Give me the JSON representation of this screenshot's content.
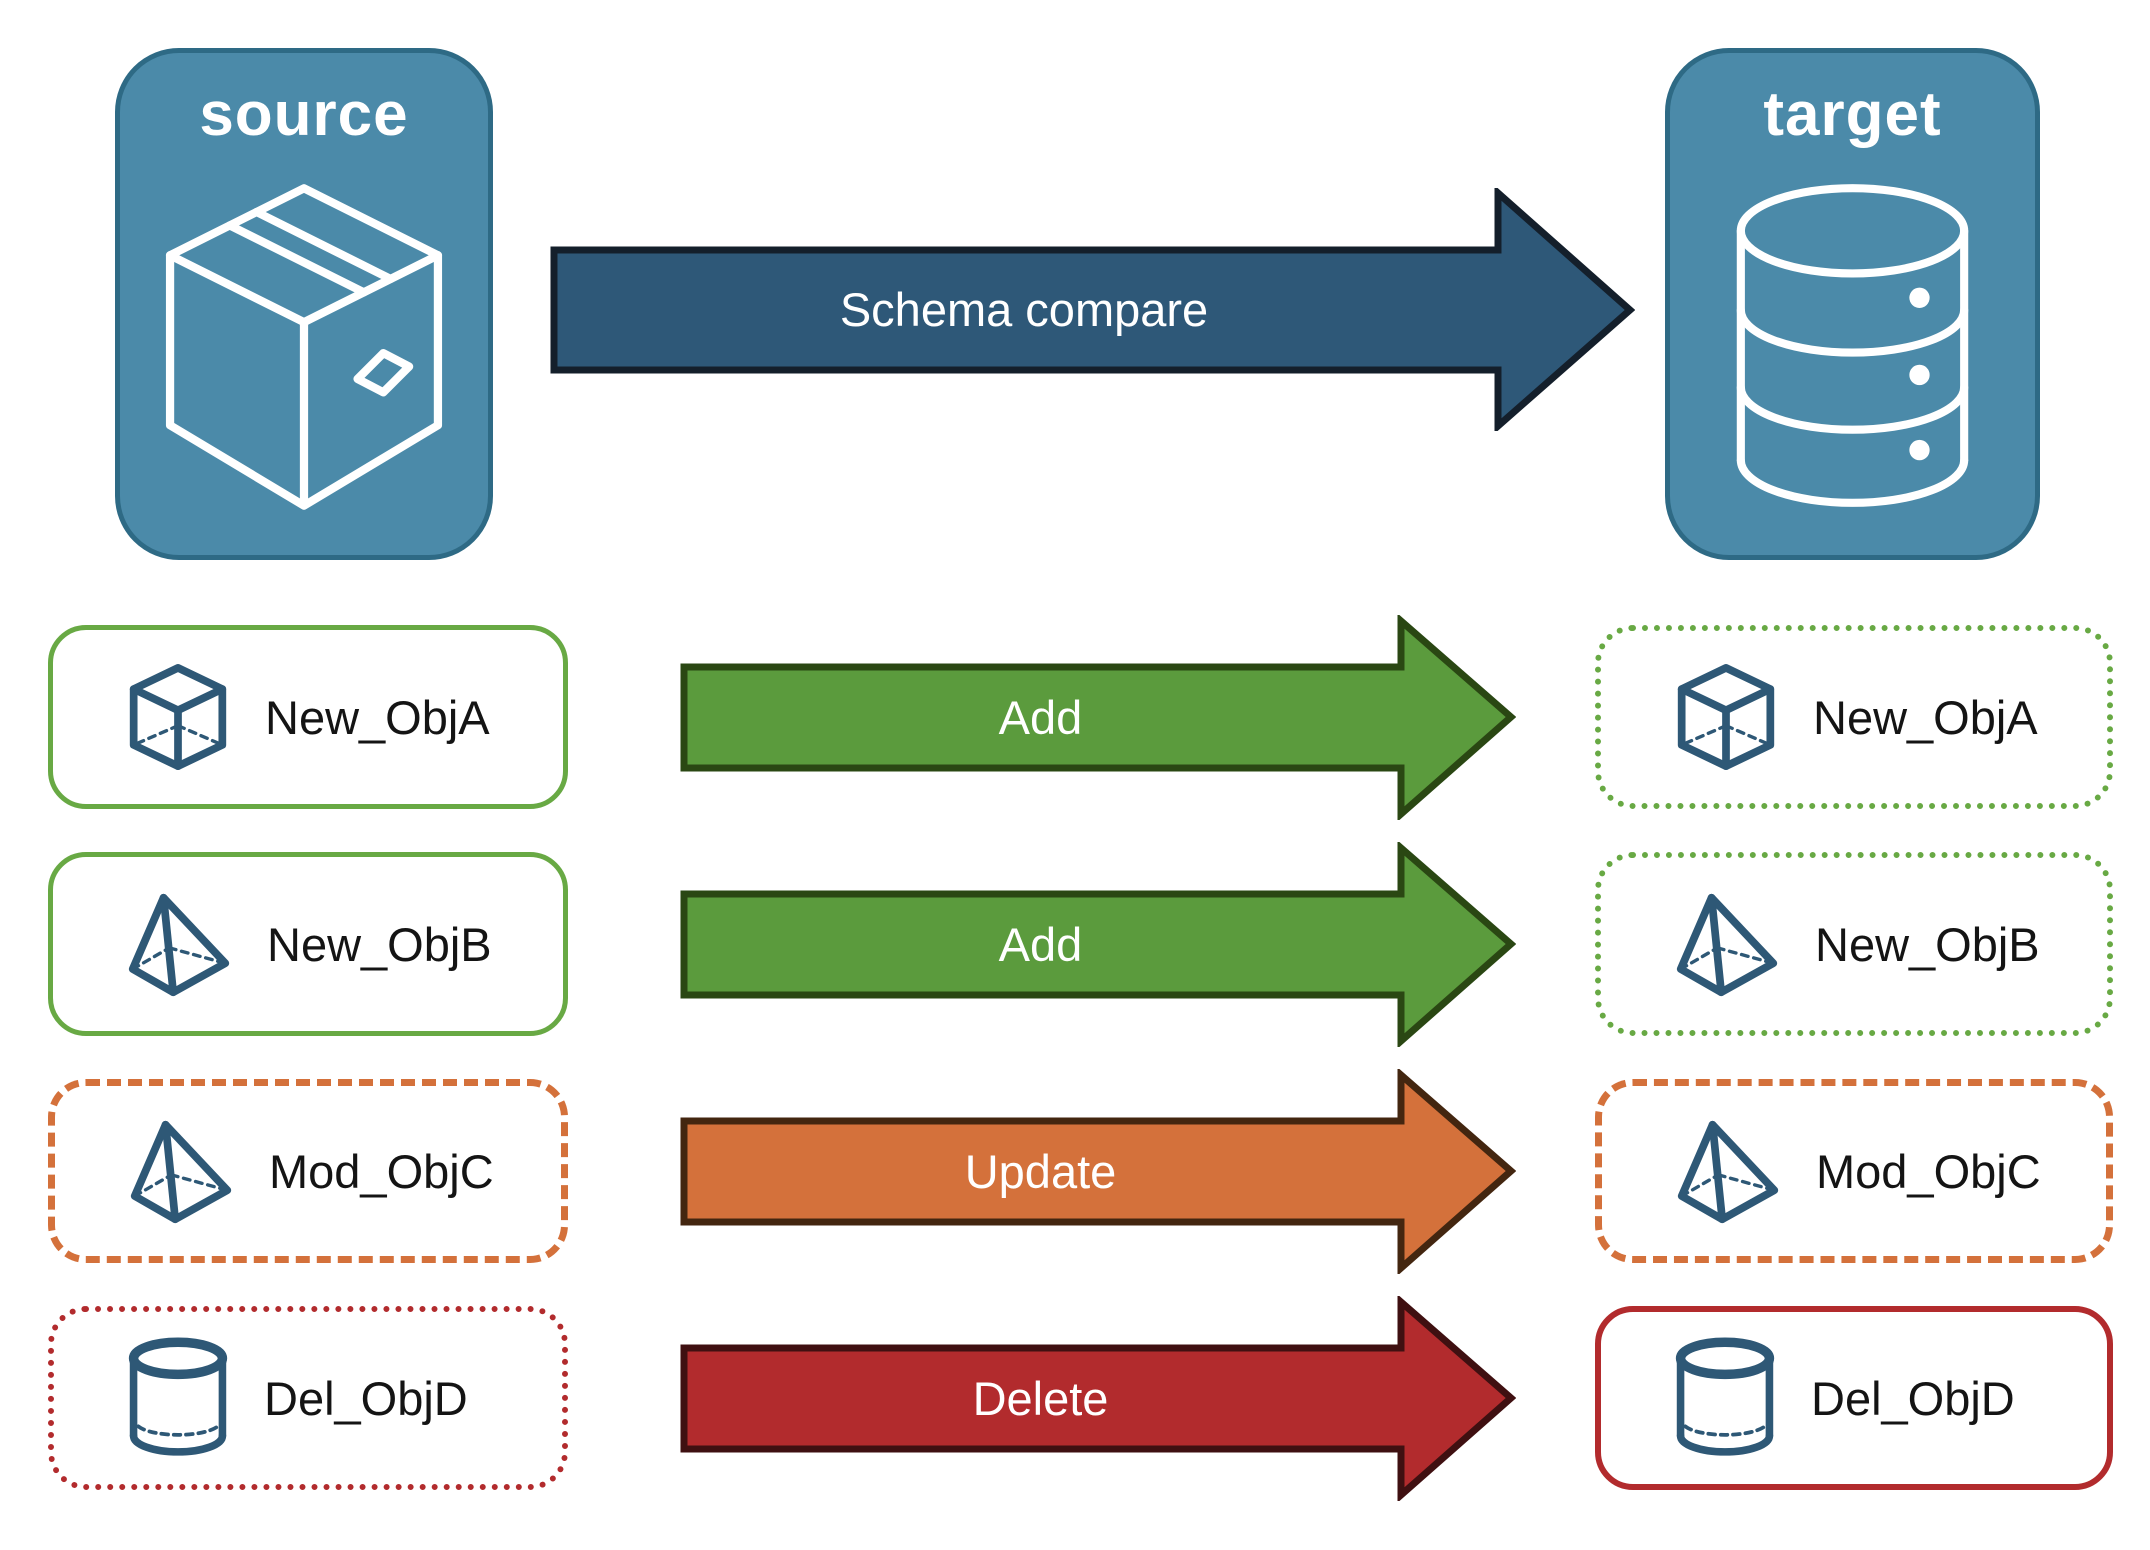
{
  "diagram": {
    "source": {
      "label": "source",
      "icon": "package-icon"
    },
    "target": {
      "label": "target",
      "icon": "database-icon"
    },
    "compare_arrow": {
      "label": "Schema compare"
    }
  },
  "rows": [
    {
      "object": "New_ObjA",
      "icon": "cube-icon",
      "action": "Add",
      "target_object": "New_ObjA"
    },
    {
      "object": "New_ObjB",
      "icon": "pyramid-icon",
      "action": "Add",
      "target_object": "New_ObjB"
    },
    {
      "object": "Mod_ObjC",
      "icon": "pyramid-icon",
      "action": "Update",
      "target_object": "Mod_ObjC"
    },
    {
      "object": "Del_ObjD",
      "icon": "cylinder-icon",
      "action": "Delete",
      "target_object": "Del_ObjD"
    }
  ],
  "colors": {
    "steel-blue": "#4b8aa9",
    "steel-border": "#2e6a85",
    "navy": "#2e5878",
    "navy-dark": "#141f2b",
    "icon-blue": "#2e5876",
    "green": "#5b9b3d",
    "green-dark": "#2a4713",
    "green-box": "#68a944",
    "orange": "#d4713b",
    "orange-dark": "#432610",
    "red": "#b22b2d",
    "red-dark": "#3f1011",
    "label": "#141414"
  }
}
